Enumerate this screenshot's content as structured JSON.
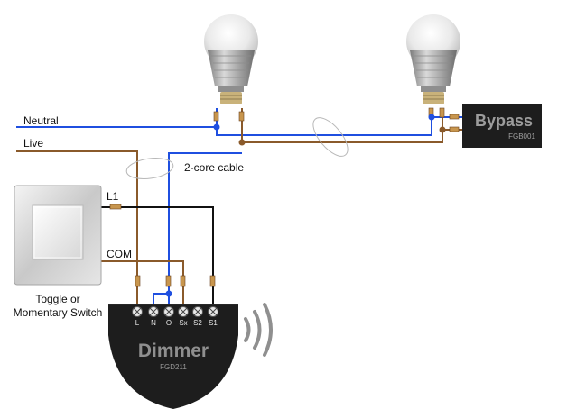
{
  "labels": {
    "neutral": "Neutral",
    "live": "Live",
    "cable": "2-core cable",
    "l1": "L1",
    "com": "COM",
    "switch_line1": "Toggle or",
    "switch_line2": "Momentary Switch"
  },
  "dimmer": {
    "name": "Dimmer",
    "model": "FGD211",
    "terminals": [
      "L",
      "N",
      "O",
      "Sx",
      "S2",
      "S1"
    ]
  },
  "bypass": {
    "name": "Bypass",
    "model": "FGB001"
  },
  "colors": {
    "neutral": "#1f4fe0",
    "live": "#8a5a2b",
    "black_wire": "#111111",
    "device": "#1d1d1d"
  }
}
